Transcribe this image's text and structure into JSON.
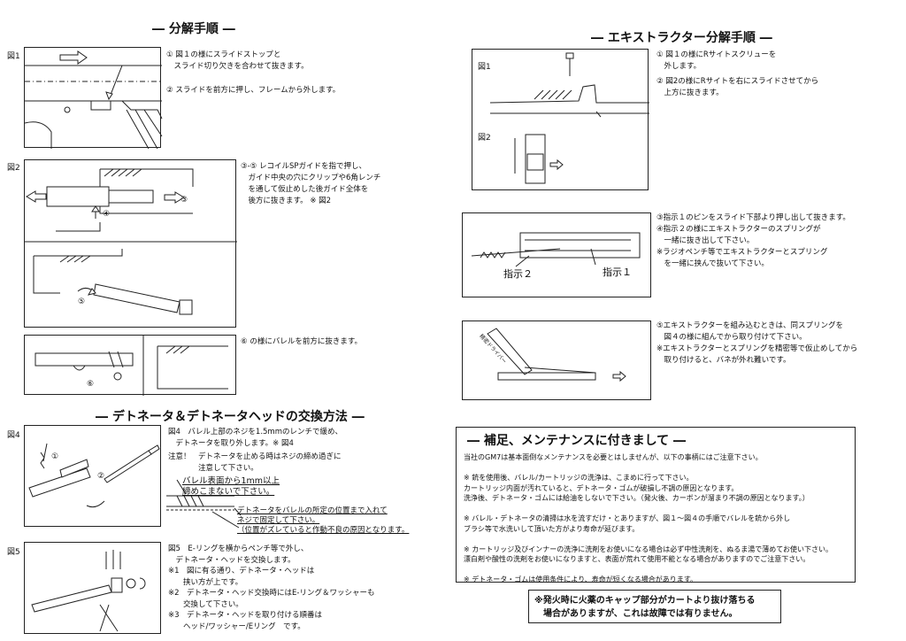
{
  "disassembly": {
    "title": "― 分解手順 ―",
    "fig1": {
      "label": "図1"
    },
    "step1": [
      "① 図１の様にスライドストップと",
      "　スライド切り欠きを合わせて抜きます。"
    ],
    "step2": [
      "② スライドを前方に押し、フレームから外します。"
    ],
    "fig2": {
      "label": "図2",
      "callouts": [
        "④",
        "③",
        "⑤"
      ]
    },
    "step3": [
      "③-⑤ レコイルSPガイドを指で押し、",
      "　ガイド中央の穴にクリップや6角レンチ",
      "　を通して仮止めした後ガイド全体を",
      "　後方に抜きます。 ※ 図2"
    ],
    "fig3": {
      "callouts": [
        "⑥"
      ]
    },
    "step6": [
      "⑥ の様にバレルを前方に抜きます。"
    ]
  },
  "detonator": {
    "title": "― デトネータ＆デトネータヘッドの交換方法 ―",
    "fig4": {
      "label": "図4",
      "callouts": [
        "①",
        "②"
      ]
    },
    "fig4_text": [
      "図4　バレル上部のネジを1.5mmのレンチで緩め、",
      "　デトネータを取り外します。※ 図4"
    ],
    "caution": [
      "注意！　デトネータを止める時はネジの締め過ぎに",
      "　　　　注意して下さい。"
    ],
    "note_a": [
      "バレル表面から1mm以上",
      "締めこまないで下さい。"
    ],
    "note_b": [
      "デトネータをバレルの所定の位置まで入れて",
      "ネジで固定して下さい。",
      "（位置がズレていると作動不良の原因となります。"
    ],
    "fig5": {
      "label": "図5"
    },
    "fig5_text": [
      "図5　E-リングを横からペンチ等で外し、",
      "　デトネータ・ヘッドを交換します。",
      "※1　図に有る通り、デトネータ・ヘッドは",
      "　　挟い方が上です。",
      "※2　デトネータ・ヘッド交換時にはE-リング＆ワッシャーも",
      "　　交換して下さい。",
      "※3　デトネータ・ヘッドを取り付ける順番は",
      "　　ヘッド/ワッシャー/Eリング　です。"
    ]
  },
  "extractor": {
    "title": "― エキストラクター分解手順 ―",
    "fig1": {
      "label": "図1"
    },
    "fig2": {
      "label": "図2"
    },
    "step1": [
      "① 図１の様にRサイトスクリューを",
      "　外します。"
    ],
    "step2": [
      "② 図2の様にRサイトを右にスライドさせてから",
      "　上方に抜きます。"
    ],
    "fig3": {
      "labels": [
        "指示２",
        "指示１"
      ]
    },
    "step3": [
      "③指示１のピンをスライド下部より押し出して抜きます。",
      "④指示２の様にエキストラクターのスプリングが",
      "　一緒に抜き出して下さい。",
      "※ラジオペンチ等でエキストラクターとスプリング",
      "　を一緒に挟んで抜いて下さい。"
    ],
    "fig4": {
      "tag": "精密ドライバー"
    },
    "step5": [
      "⑤エキストラクターを組み込むときは、同スプリングを",
      "　図４の様に組んでから取り付けて下さい。",
      "※エキストラクターとスプリングを精密等で仮止めしてから",
      "　取り付けると、バネが外れ難いです。"
    ]
  },
  "maintenance": {
    "title": "― 補足、メンテナンスに付きまして ―",
    "lines": [
      "当社のGM7は基本面倒なメンテナンスを必要とはしませんが、以下の事柄にはご注意下さい。",
      "",
      "※ 銃を使用後、バレル/カートリッジの洗浄は、こまめに行って下さい。",
      "カートリッジ内面が汚れていると、デトネータ・ゴムが破損し不調の原因となります。",
      "洗浄後、デトネータ・ゴムには給油をしないで下さい。（発火後、カーボンが溜まり不調の原因となります。）",
      "",
      "※ バレル・デトネータの清掃は水を流すだけ・とありますが、図１～図４の手順でバレルを銃から外し",
      "ブラシ等で水洗いして頂いた方がより寿命が延びます。",
      "",
      "※ カートリッジ及びインナーの洗浄に洗剤をお使いになる場合は必ず中性洗剤を、ぬるま湯で薄めてお使い下さい。",
      "漂白剤や酸性の洗剤をお使いになりますと、表面が荒れて使用不能となる場合がありますのでご注意下さい。",
      "",
      "※ デトネータ・ゴムは使用条件により、寿命が短くなる場合があります。"
    ]
  },
  "notice": [
    "※発火時に火薬のキャップ部分がカートより抜け落ちる",
    "　場合がありますが、これは故障では有りません。"
  ]
}
